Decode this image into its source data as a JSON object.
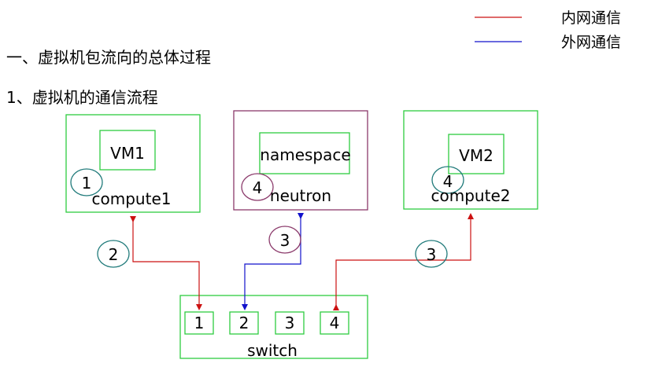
{
  "legend": {
    "internal_label": "内网通信",
    "external_label": "外网通信",
    "internal_color": "#cc1111",
    "external_color": "#1111cc"
  },
  "heading": "一、虚拟机包流向的总体过程",
  "subheading": "1、虚拟机的通信流程",
  "nodes": {
    "compute1": {
      "label": "compute1",
      "inner": "VM1",
      "step": "1"
    },
    "neutron": {
      "label": "neutron",
      "inner": "namespace",
      "step": "4"
    },
    "compute2": {
      "label": "compute2",
      "inner": "VM2",
      "step": "4"
    },
    "switch": {
      "label": "switch",
      "ports": [
        "1",
        "2",
        "3",
        "4"
      ]
    }
  },
  "flow_steps": {
    "compute1_to_switch": "2",
    "switch_to_neutron": "3",
    "switch_to_compute2": "3"
  }
}
